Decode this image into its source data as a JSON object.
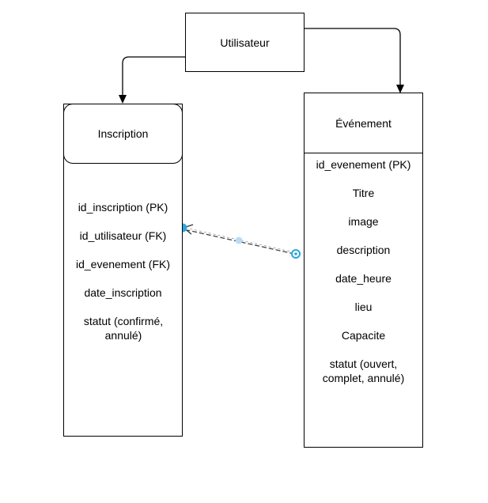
{
  "entities": {
    "utilisateur": {
      "title": "Utilisateur"
    },
    "inscription": {
      "title": "Inscription",
      "fields": [
        "id_inscription (PK)",
        "id_utilisateur (FK)",
        "id_evenement (FK)",
        "date_inscription",
        "statut (confirmé, annulé)"
      ]
    },
    "evenement": {
      "title": "Événement",
      "fields": [
        "id_evenement (PK)",
        "Titre",
        "image",
        "description",
        "date_heure",
        "lieu",
        "Capacite",
        "statut (ouvert, complet, annulé)"
      ]
    }
  },
  "colors": {
    "line": "#000000",
    "selection": "#29a8e0",
    "selection_light": "#b9dcf5"
  }
}
